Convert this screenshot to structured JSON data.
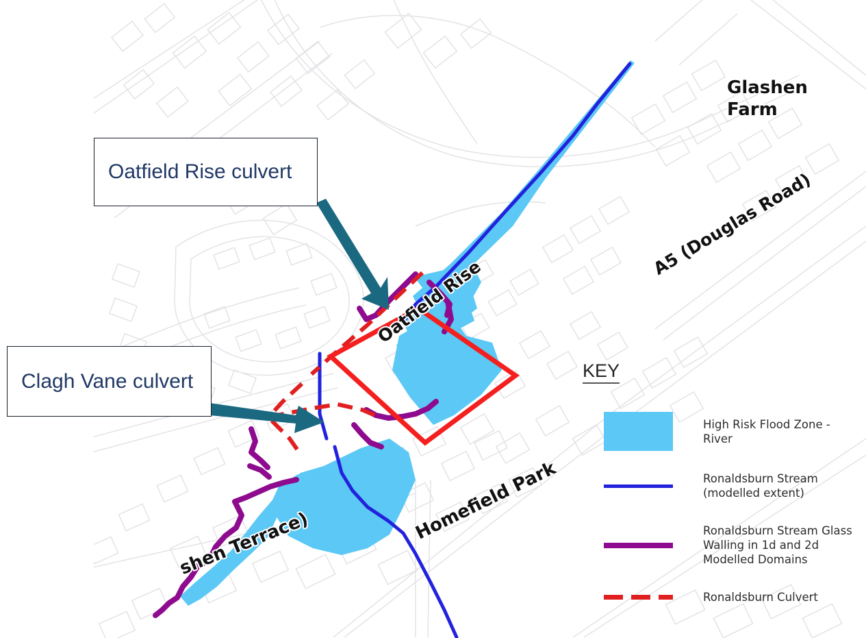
{
  "map": {
    "labels": {
      "glashen_farm": "Glashen\nFarm",
      "a5_douglas_road": "A5 (Douglas Road)",
      "oatfield_rise": "Oatfield Rise",
      "homefield_park": "Homefield Park",
      "glashen_terrace": "shen Terrace)"
    },
    "callouts": [
      {
        "id": "oatfield-rise-culvert",
        "label": "Oatfield Rise culvert"
      },
      {
        "id": "clagh-vane-culvert",
        "label": "Clagh Vane culvert"
      }
    ]
  },
  "key": {
    "title": "KEY",
    "items": [
      {
        "symbol": "filled-rectangle",
        "color": "#5bc8f5",
        "label": "High Risk Flood Zone - River"
      },
      {
        "symbol": "solid-line",
        "color": "#2222dd",
        "label": "Ronaldsburn Stream (modelled extent)"
      },
      {
        "symbol": "solid-line-thick",
        "color": "#8e0a8e",
        "label": "Ronaldsburn Stream Glass Walling in 1d and 2d Modelled Domains"
      },
      {
        "symbol": "dashed-line",
        "color": "#e02020",
        "label": "Ronaldsburn Culvert"
      }
    ]
  },
  "colors": {
    "flood_zone": "#5bc8f5",
    "stream": "#2222dd",
    "glass_walling": "#8e0a8e",
    "culvert": "#e02020",
    "callout_text": "#1f3864",
    "arrow": "#1b6981",
    "basemap_line": "#e2e2e6"
  }
}
